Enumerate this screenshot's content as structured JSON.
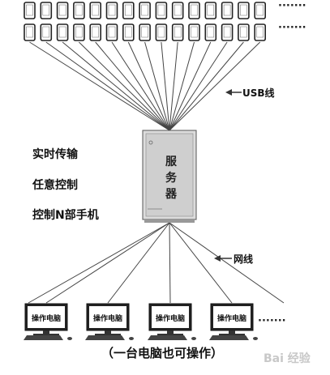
{
  "labels": {
    "usb": "USB线",
    "network": "网线",
    "server": "服务器",
    "features": [
      "实时传输",
      "任意控制",
      "控制N部手机"
    ],
    "caption": "（一台电脑也可操作）",
    "pc_screen_label": "操作电脑",
    "ellipsis": "·······",
    "watermark": "Bai 经验"
  },
  "colors": {
    "line": "#444444",
    "phone": "#222222",
    "server_body": "#dcdcdc",
    "text": "#111111",
    "watermark": "#c8c8c8"
  }
}
